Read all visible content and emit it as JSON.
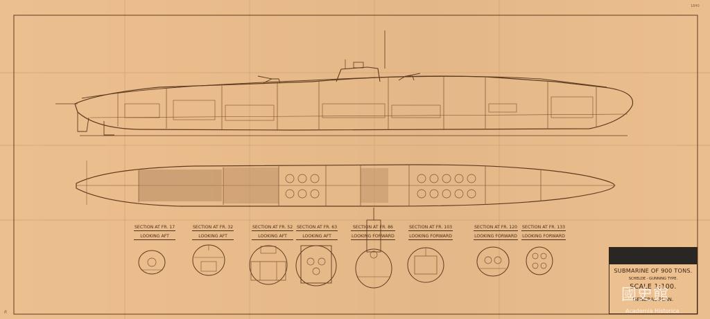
{
  "sheet": {
    "corner_mark": "1840",
    "margin_mark": "R"
  },
  "title_block": {
    "title": "SUBMARINE OF 900 TONS.",
    "type": "SCHELDE - GUNNING TYPE.",
    "scale": "SCALE 1:100.",
    "plan": "GENERAL PLAN."
  },
  "sections": [
    {
      "title": "SECTION AT FR. 17",
      "view": "LOOKING AFT"
    },
    {
      "title": "SECTION AT FR. 32",
      "view": "LOOKING AFT"
    },
    {
      "title": "SECTION AT FR. 52",
      "view": "LOOKING AFT"
    },
    {
      "title": "SECTION AT FR. 63",
      "view": "LOOKING AFT"
    },
    {
      "title": "SECTION AT FR. 86",
      "view": "LOOKING FORWARD"
    },
    {
      "title": "SECTION AT FR. 103",
      "view": "LOOKING FORWARD"
    },
    {
      "title": "SECTION AT FR. 120",
      "view": "LOOKING FORWARD"
    },
    {
      "title": "SECTION AT FR. 133",
      "view": "LOOKING FORWARD"
    }
  ],
  "watermark": {
    "seal": "國史館",
    "text": "Academia Historica"
  },
  "colors": {
    "paper": "#ebbd8c",
    "ink": "#5e3b20",
    "title_band": "#2a2623"
  }
}
